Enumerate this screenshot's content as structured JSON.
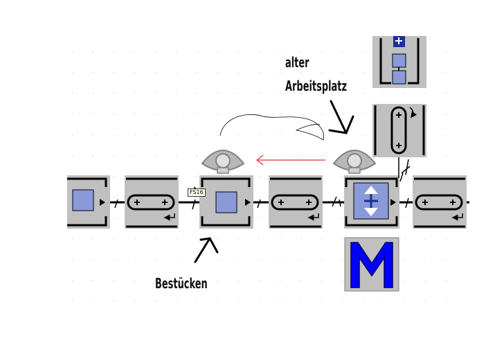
{
  "labels": {
    "old_workplace_line1": "alter",
    "old_workplace_line2": "Arbeitsplatz",
    "assembly": "Bestücken",
    "station_tag": "FS16"
  },
  "colors": {
    "module_gray": "#c0c0c0",
    "station_blue": "#8a9ad8",
    "motor_blue": "#0000ff",
    "move_arrow": "#e03030"
  },
  "icons": [
    "conveyor-module",
    "station-module",
    "rotary-station",
    "motor-icon",
    "operator-icon",
    "return-arrow-icon"
  ]
}
